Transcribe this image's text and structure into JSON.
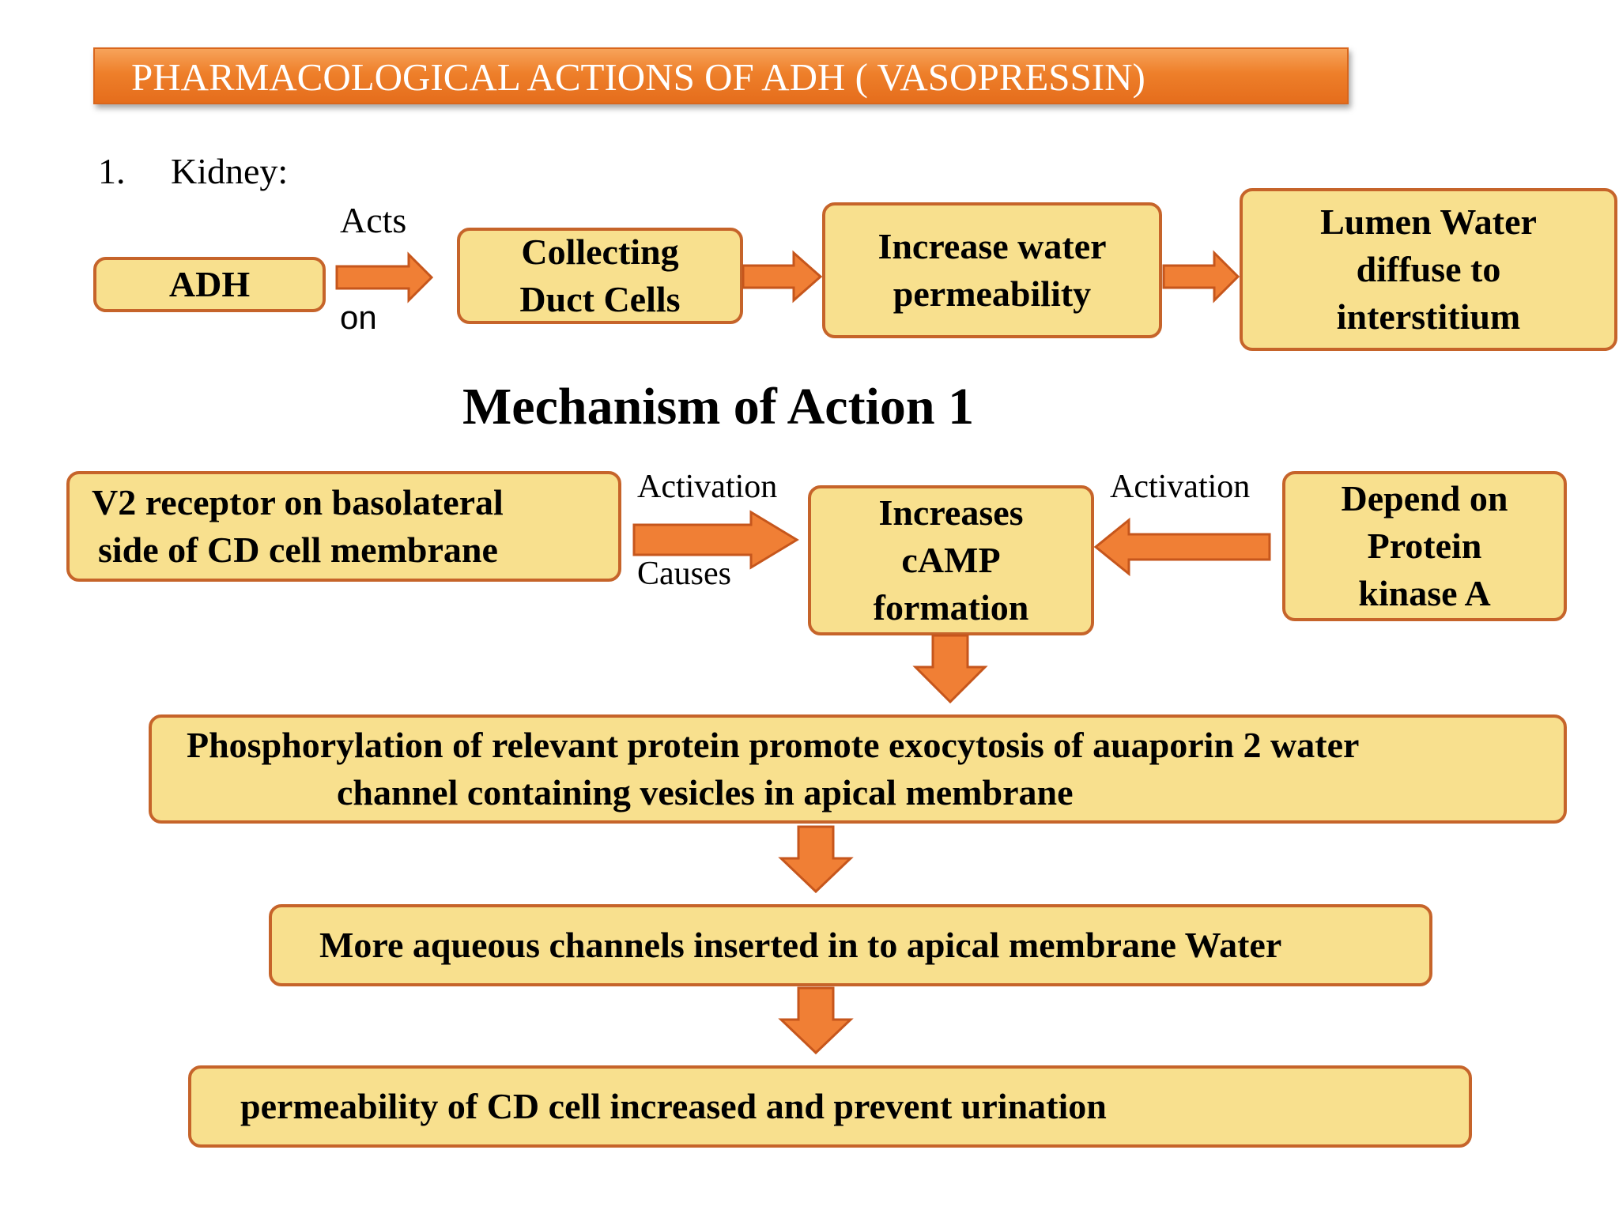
{
  "title": "PHARMACOLOGICAL ACTIONS OF ADH ( VASOPRESSIN)",
  "kidney": {
    "number": "1.",
    "label": "Kidney:",
    "acts": "Acts",
    "on": "on",
    "boxes": {
      "adh": "ADH",
      "collecting": [
        "Collecting",
        "Duct Cells"
      ],
      "increase": [
        "Increase water",
        "permeability"
      ],
      "lumen": [
        "Lumen Water",
        "diffuse to",
        "interstitium"
      ]
    }
  },
  "mechanism": {
    "heading": "Mechanism of Action 1",
    "v2_box": [
      "V2 receptor on basolateral",
      "side of CD cell membrane"
    ],
    "activation_left": "Activation",
    "causes": "Causes",
    "activation_right": "Activation",
    "camp_box": [
      "Increases",
      "cAMP",
      "formation"
    ],
    "pka_box": [
      "Depend on",
      "Protein",
      "kinase A"
    ],
    "phosphorylation_box": [
      "Phosphorylation of relevant protein promote exocytosis of auaporin 2  water",
      "channel containing vesicles in apical membrane"
    ],
    "aqueous_box": "More aqueous channels inserted in to apical membrane  Water",
    "permeability_box": "permeability of CD cell increased and prevent  urination"
  },
  "colors": {
    "banner": "#ee7f2a",
    "box_fill": "#f8e08e",
    "box_border": "#c6642a",
    "arrow": "#f07f35"
  }
}
